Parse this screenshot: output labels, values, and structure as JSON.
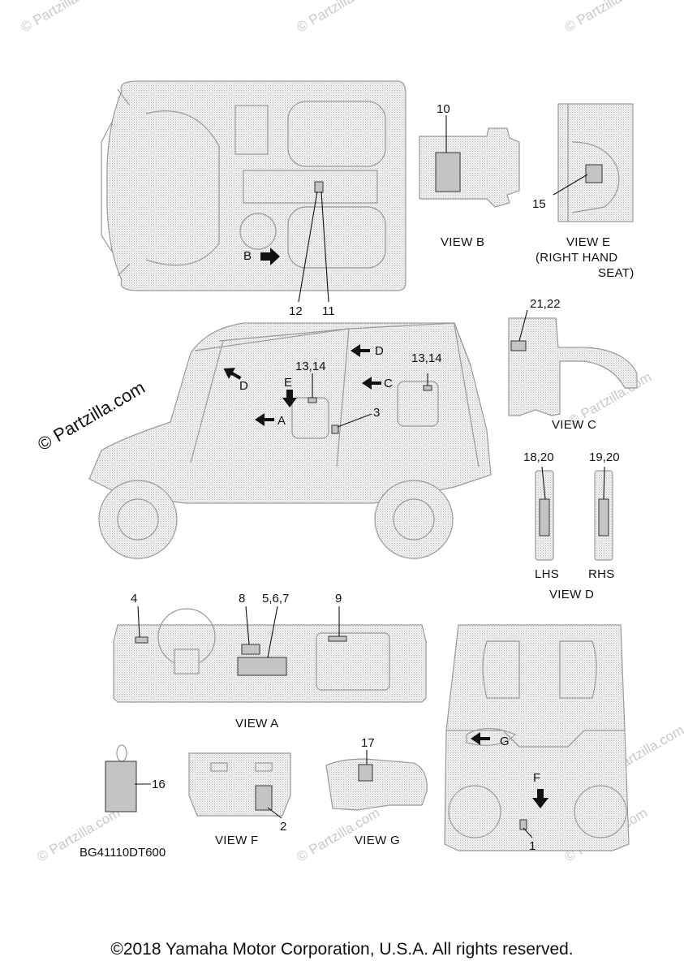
{
  "watermarks": {
    "corner": "© Partzilla.com",
    "main": "© Partzilla.com"
  },
  "callouts": {
    "c1": "1",
    "c2": "2",
    "c3": "3",
    "c4": "4",
    "c5_6_7": "5,6,7",
    "c8": "8",
    "c9": "9",
    "c10": "10",
    "c11": "11",
    "c12": "12",
    "c13_14_a": "13,14",
    "c13_14_b": "13,14",
    "c15": "15",
    "c16": "16",
    "c17": "17",
    "c18_20": "18,20",
    "c19_20": "19,20",
    "c21_22": "21,22"
  },
  "view_arrows": {
    "a": "A",
    "b": "B",
    "c": "C",
    "d1": "D",
    "d2": "D",
    "e": "E",
    "f": "F",
    "g": "G"
  },
  "view_labels": {
    "view_a": "VIEW A",
    "view_b": "VIEW B",
    "view_c": "VIEW C",
    "view_d": "VIEW D",
    "view_e_line1": "VIEW E",
    "view_e_line2": "(RIGHT HAND",
    "view_e_line3": "SEAT)",
    "view_f": "VIEW F",
    "view_g": "VIEW G",
    "lhs": "LHS",
    "rhs": "RHS"
  },
  "diagram_code": "BG41110DT600",
  "copyright": "©2018 Yamaha Motor Corporation, U.S.A. All rights reserved."
}
